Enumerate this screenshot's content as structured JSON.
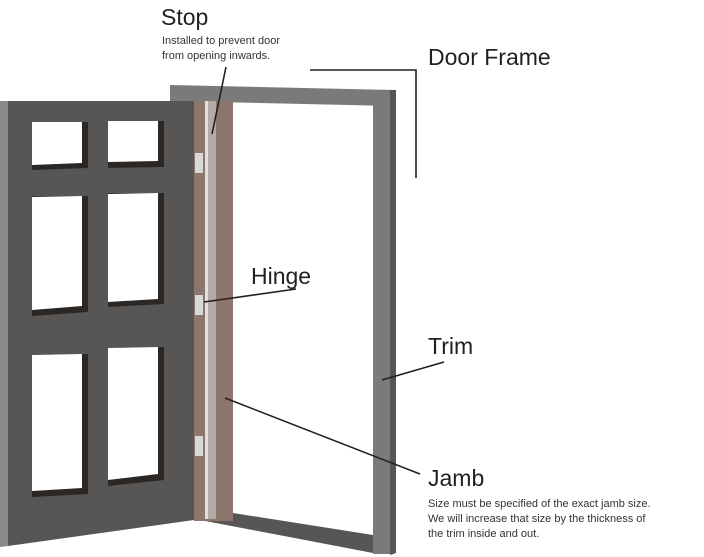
{
  "labels": {
    "stop": {
      "title": "Stop",
      "description_lines": [
        "Installed to prevent door",
        "from opening inwards."
      ]
    },
    "door_frame": {
      "title": "Door Frame"
    },
    "hinge": {
      "title": "Hinge"
    },
    "trim": {
      "title": "Trim"
    },
    "jamb": {
      "title": "Jamb",
      "description_lines": [
        "Size must be specified of the exact jamb size.",
        "We will increase that size by the thickness of",
        "the trim inside and out."
      ]
    }
  },
  "colors": {
    "door": "#575655",
    "door_edge": "#8a8a8a",
    "panel_shadow": "#2b2724",
    "jamb": "#8c766e",
    "stop": "#b3aca6",
    "frame": "#7a7a7a",
    "frame_dark": "#555555",
    "leader": "#231f20"
  }
}
